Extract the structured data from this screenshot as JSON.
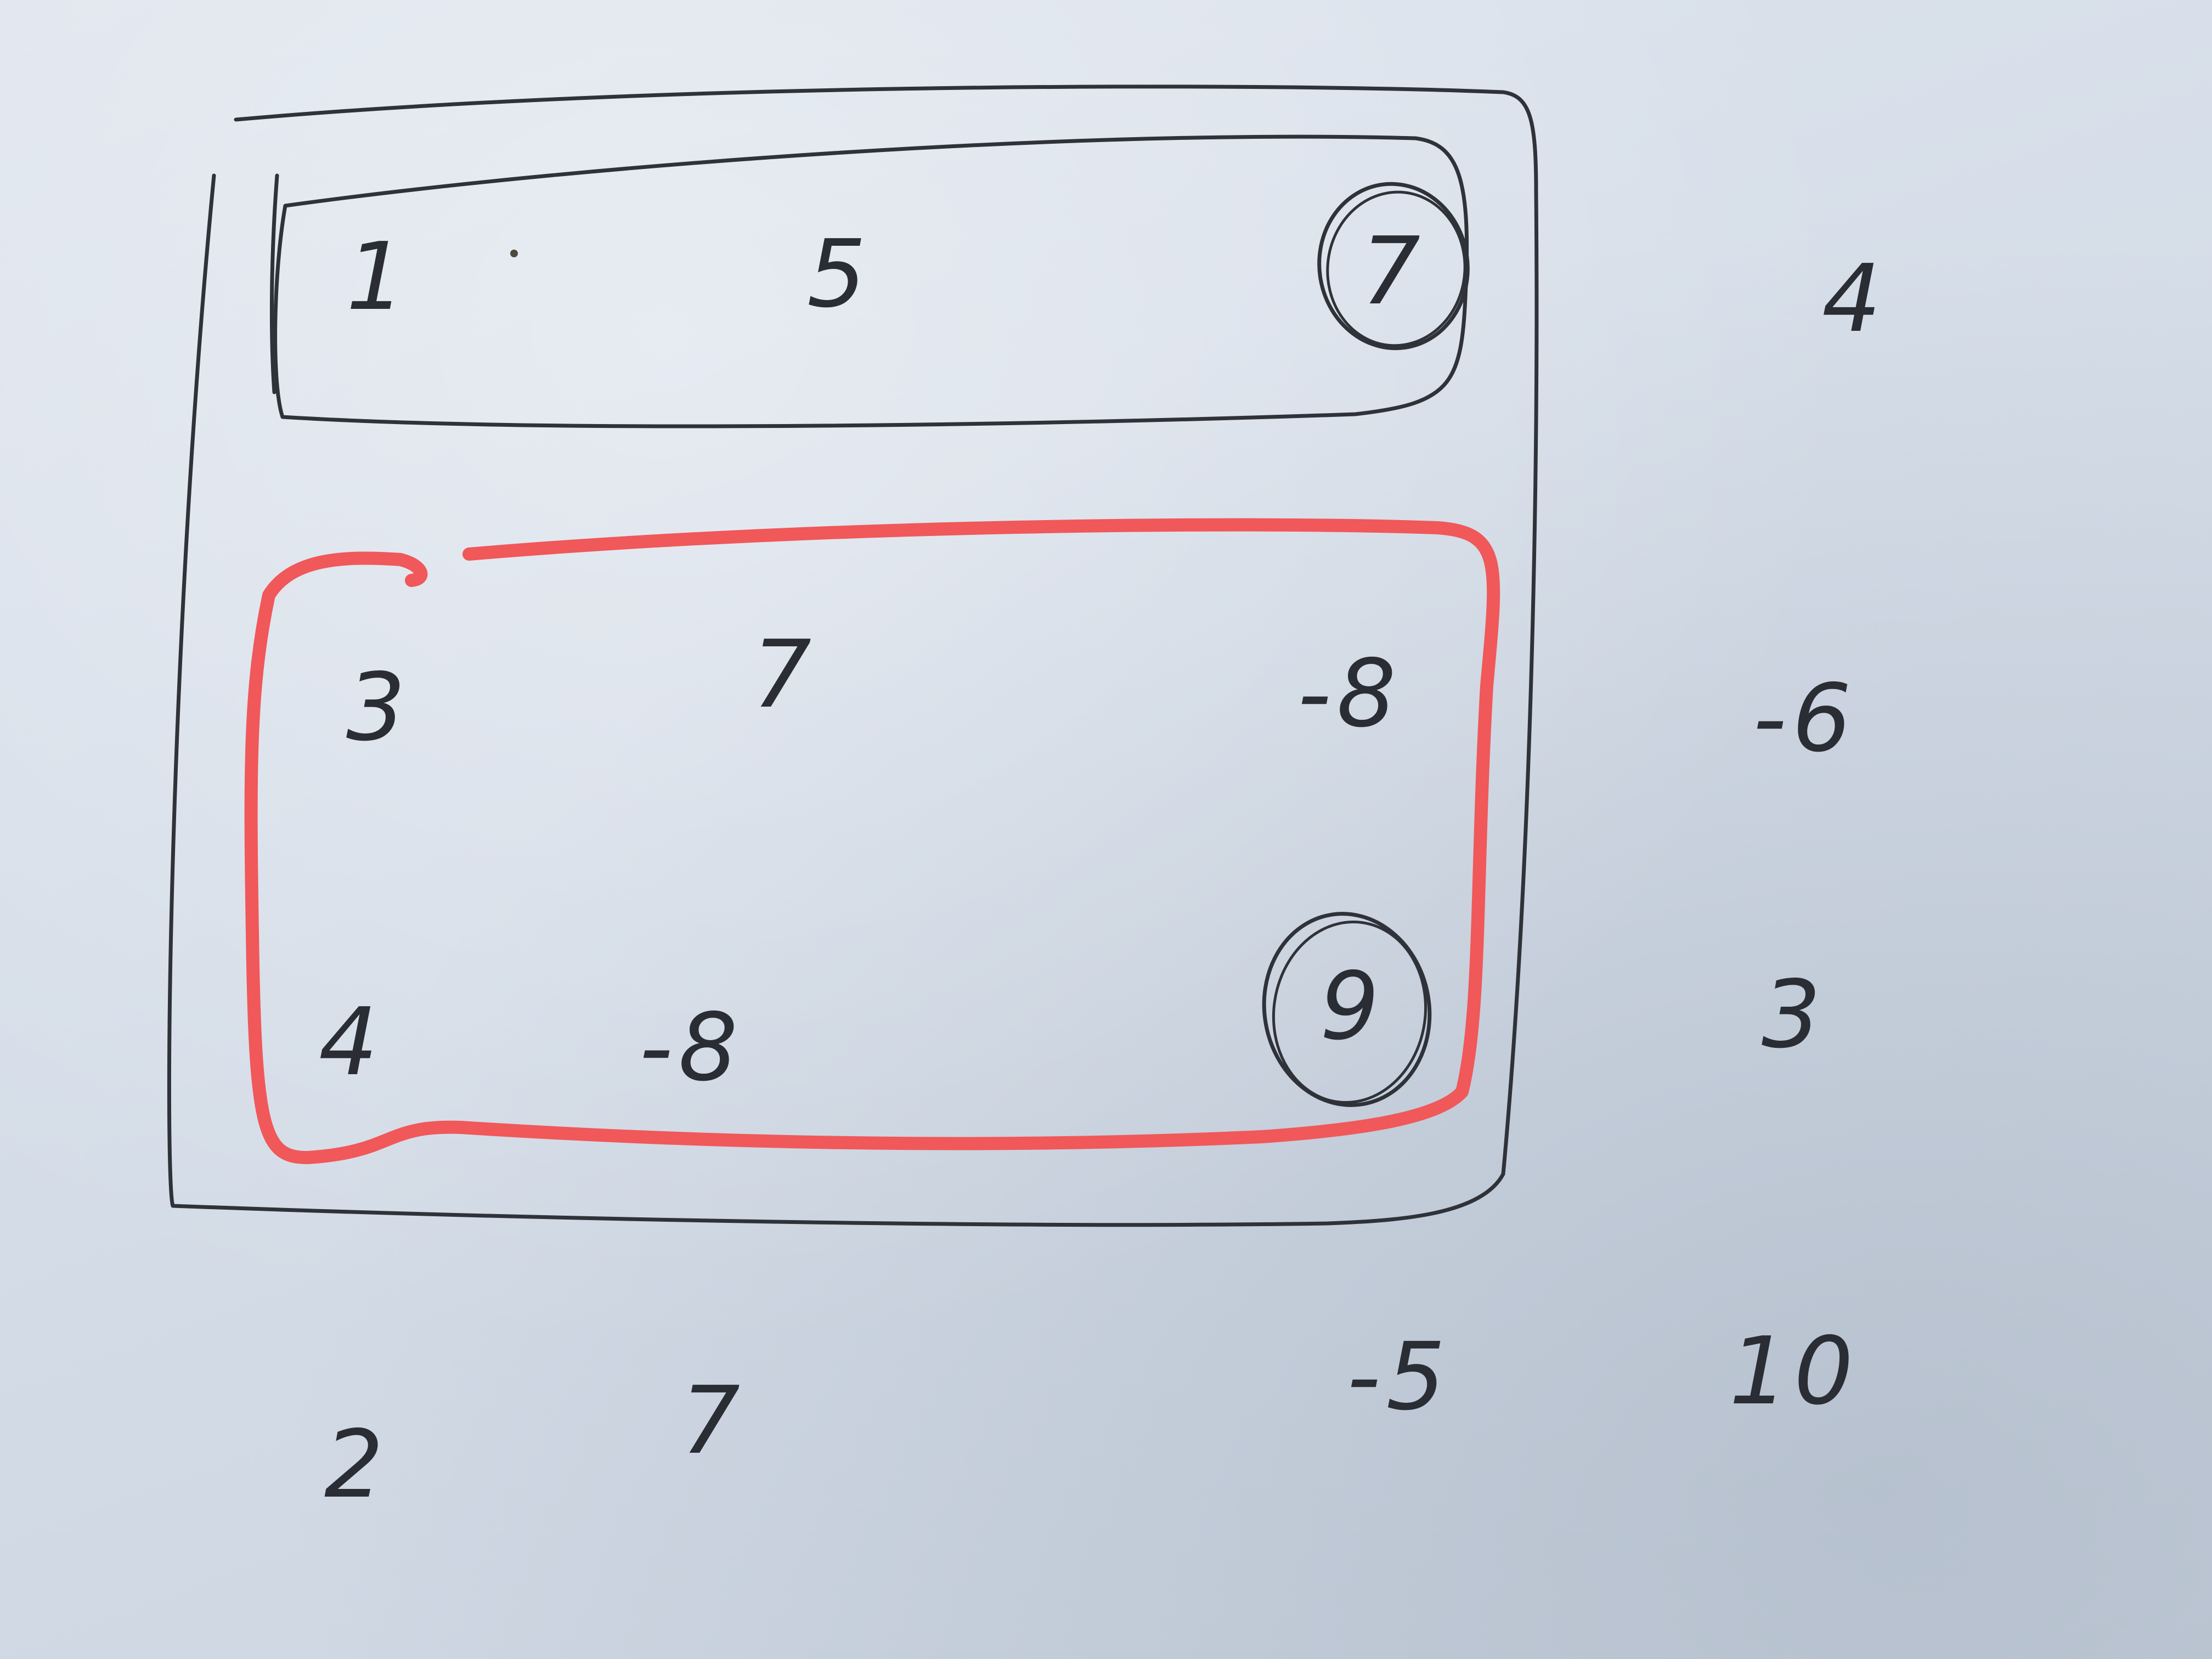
{
  "colors": {
    "paper": "#d9e0ea",
    "ink": "#2a2d33",
    "highlight": "#f0585a"
  },
  "grid": {
    "row_1": [
      "1",
      "5",
      "7",
      "4"
    ],
    "row_2": [
      "3",
      "7",
      "-8",
      "-6"
    ],
    "row_3": [
      "4",
      "-8",
      "9",
      "3"
    ],
    "row_4": [
      "2",
      "7",
      "-5",
      "10"
    ]
  },
  "annotations": {
    "circled_values": [
      "7",
      "9"
    ],
    "outer_box": "black rectangle around first three rows, first three columns",
    "inner_black_box": "row 1, columns 1-3",
    "inner_red_box": "rows 2-3, columns 1-3"
  }
}
